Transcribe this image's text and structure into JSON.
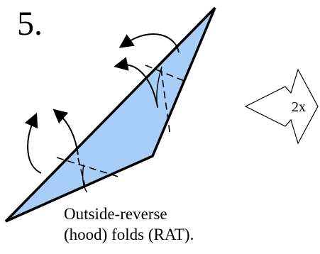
{
  "step": {
    "number": "5."
  },
  "repeat_indicator": {
    "label": "2x"
  },
  "caption": {
    "line1": "Outside-reverse",
    "line2": "(hood) folds (RAT)."
  },
  "colors": {
    "paper_fill": "#a8cdf7",
    "outline": "#000000"
  },
  "icons": {
    "fold_arrow": "curved-arrow-icon",
    "repeat": "hollow-arrow-right-icon"
  }
}
